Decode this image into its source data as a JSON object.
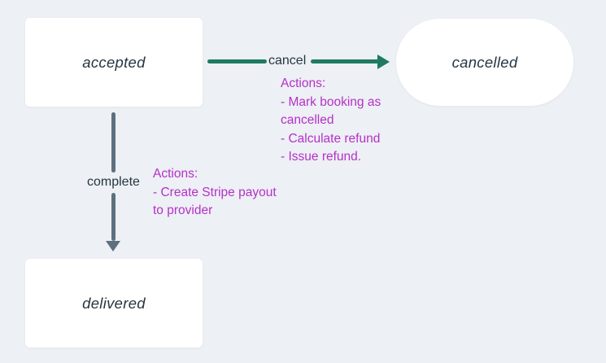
{
  "colors": {
    "background": "#edf0f4",
    "node_fill": "#ffffff",
    "node_text": "#253642",
    "cancel_arrow": "#1f7a60",
    "complete_arrow": "#5d7080",
    "actions_text": "#b530c9"
  },
  "nodes": {
    "accepted": {
      "label": "accepted",
      "shape": "rectangle"
    },
    "cancelled": {
      "label": "cancelled",
      "shape": "pill"
    },
    "delivered": {
      "label": "delivered",
      "shape": "rectangle"
    }
  },
  "transitions": {
    "cancel": {
      "label": "cancel",
      "from": "accepted",
      "to": "cancelled",
      "actions_lines": [
        "Actions:",
        "- Mark booking as",
        "cancelled",
        "- Calculate refund",
        "- Issue refund."
      ]
    },
    "complete": {
      "label": "complete",
      "from": "accepted",
      "to": "delivered",
      "actions_lines": [
        "Actions:",
        "- Create Stripe payout",
        "to provider"
      ]
    }
  }
}
